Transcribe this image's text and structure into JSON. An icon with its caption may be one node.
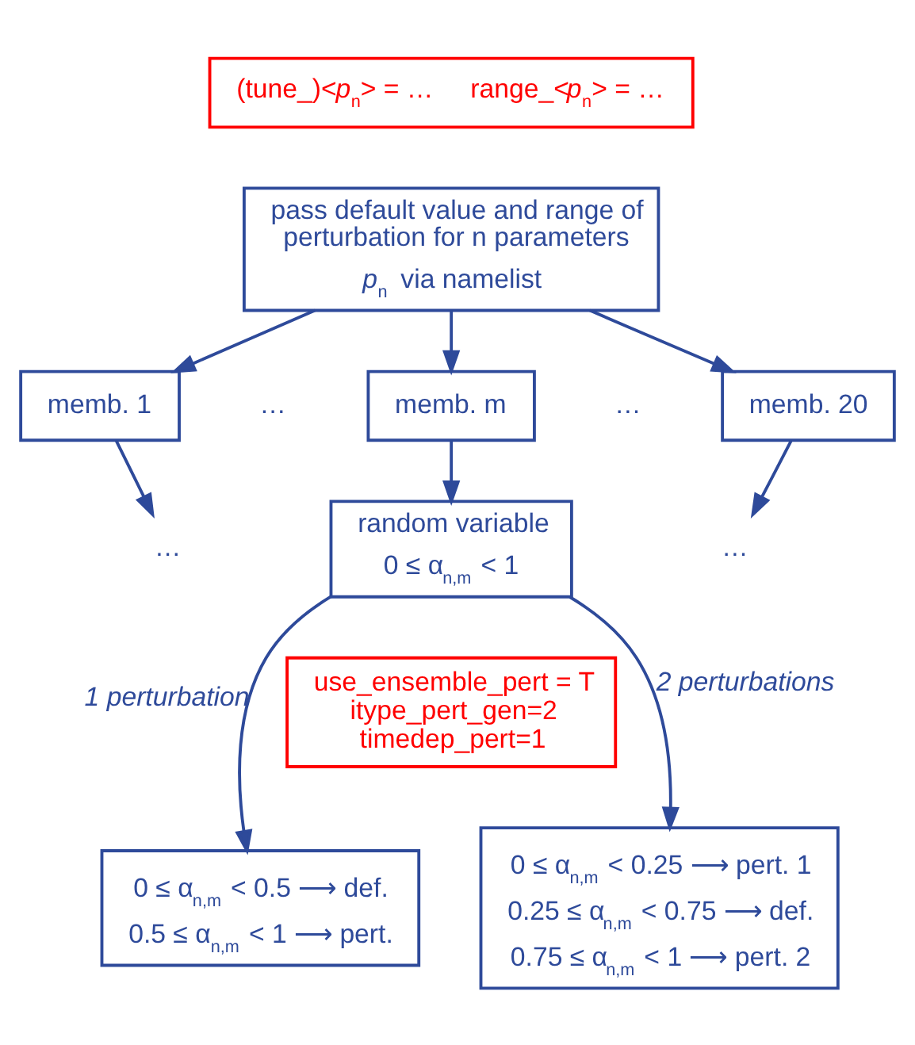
{
  "diagram": {
    "nodes": [
      {
        "text": [
          "(tune_)<*p*$_{n}$> = …     range_<*p*$_{n}$> = …"
        ]
      },
      {
        "text": [
          "pass default value and range of perturbation for n parameters *p*$_{n}$ via namelist"
        ]
      },
      {
        "text": [
          "memb. 1"
        ]
      },
      {
        "text": [
          "memb. m"
        ]
      },
      {
        "text": [
          "memb. 20"
        ]
      },
      {
        "text": [
          "…"
        ]
      },
      {
        "text": [
          "…"
        ]
      },
      {
        "text": [
          "random variable",
          "0 ≤ α$_{n,m}$ < 1"
        ]
      },
      {
        "text": [
          "use_ensemble_pert = T",
          "itype_pert_gen=2",
          "timedep_pert=1"
        ]
      },
      {
        "text": [
          "0 ≤ α$_{n,m}$ < 0.5 ⟶ def.",
          "0.5 ≤ α$_{n,m}$ < 1 ⟶ pert."
        ]
      },
      {
        "text": [
          "0 ≤ α$_{n,m}$ < 0.25 ⟶ pert. 1",
          "0.25 ≤ α$_{n,m}$ < 0.75 ⟶ def.",
          "0.75 ≤ α$_{n,m}$ < 1 ⟶ pert. 2"
        ]
      }
    ],
    "edges": [
      {
        "from": 1,
        "to": 2,
        "arrow": "to"
      },
      {
        "from": 1,
        "to": 3,
        "arrow": "to"
      },
      {
        "from": 1,
        "to": 4,
        "arrow": "to"
      },
      {
        "from": 2,
        "to": 5,
        "arrow": "to"
      },
      {
        "from": 3,
        "to": 7,
        "arrow": "to"
      },
      {
        "from": 4,
        "to": 6,
        "arrow": "to"
      },
      {
        "from": 7,
        "to": 9,
        "arrow": "to",
        "label": "1 perturbation"
      },
      {
        "from": 7,
        "to": 10,
        "arrow": "to",
        "label": "2 perturbations"
      }
    ],
    "labels": [
      "…",
      "…"
    ]
  }
}
